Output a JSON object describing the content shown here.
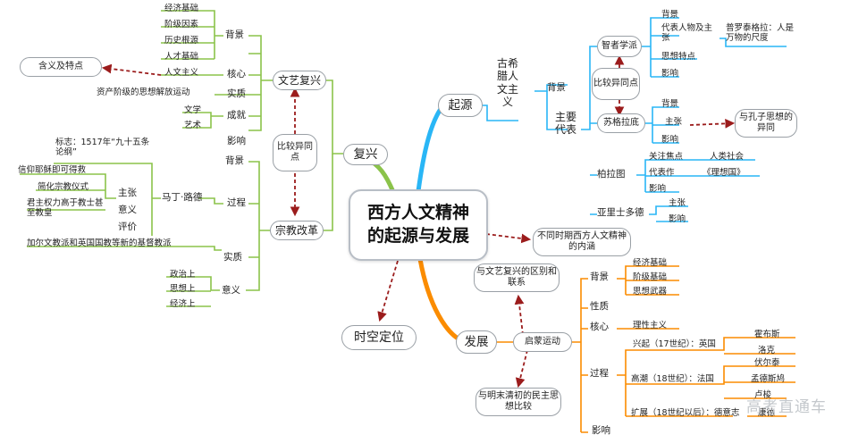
{
  "center_title_1": "西方人文精神",
  "center_title_2": "的起源与发展",
  "watermark": "高考直通车",
  "revival": {
    "label": "复兴",
    "compare": "比较异同点",
    "renaissance": {
      "label": "文艺复兴",
      "background": "背景",
      "background_items": [
        "经济基础",
        "阶级因素",
        "历史根源",
        "人才基础"
      ],
      "core": "核心",
      "core_item": "人文主义",
      "meaning_box": "含义及特点",
      "essence": "实质",
      "essence_item": "资产阶级的思想解放运动",
      "achievement": "成就",
      "achievement_items": [
        "文学",
        "艺术"
      ],
      "influence": "影响"
    },
    "reformation": {
      "label": "宗教改革",
      "background": "背景",
      "process": "过程",
      "symbol": "标志：1517年“九十五条论纲”",
      "luther": "马丁·路德",
      "luther_items": [
        "主张",
        "意义",
        "评价"
      ],
      "claims": [
        "信仰耶稣即可得救",
        "简化宗教仪式",
        "君主权力高于教士甚至教皇"
      ],
      "churches": "加尔文教派和英国国教等新的基督教派",
      "essence": "实质",
      "meaning": "意义",
      "meaning_items": [
        "政治上",
        "思想上",
        "经济上"
      ]
    }
  },
  "origin": {
    "label": "起源",
    "greek": "古希腊人文主义",
    "background": "背景",
    "main_reps": "主要代表",
    "compare": "比较异同点",
    "sophists": {
      "label": "智者学派",
      "items": [
        "背景",
        "代表人物及主张",
        "思想特点",
        "影响"
      ],
      "protagoras": "普罗泰格拉：人是万物的尺度"
    },
    "socrates": {
      "label": "苏格拉底",
      "items": [
        "背景",
        "主张",
        "影响"
      ],
      "confucius_box": "与孔子思想的异同"
    },
    "plato": {
      "label": "柏拉图",
      "items": [
        "关注焦点",
        "代表作",
        "影响"
      ],
      "focus_value": "人类社会",
      "work": "《理想国》"
    },
    "aristotle": {
      "label": "亚里士多德",
      "items": [
        "主张",
        "影响"
      ]
    }
  },
  "connotation_box": "不同时期西方人文精神的内涵",
  "time_space": "时空定位",
  "development": {
    "label": "发展",
    "compare_box": "与文艺复兴的区别和联系",
    "ming_qing_box": "与明末清初的民主思想比较",
    "enlightenment": {
      "label": "启蒙运动",
      "background": "背景",
      "background_items": [
        "经济基础",
        "阶级基础",
        "思想武器"
      ],
      "nature": "性质",
      "core": "核心",
      "core_item": "理性主义",
      "process": "过程",
      "rise": "兴起（17世纪）：英国",
      "rise_people": [
        "霍布斯",
        "洛克"
      ],
      "peak": "高潮（18世纪）：法国",
      "peak_people": [
        "伏尔泰",
        "孟德斯鸠",
        "卢梭"
      ],
      "expand": "扩展（18世纪以后）：德意志",
      "expand_people": [
        "康德"
      ],
      "influence": "影响"
    }
  }
}
